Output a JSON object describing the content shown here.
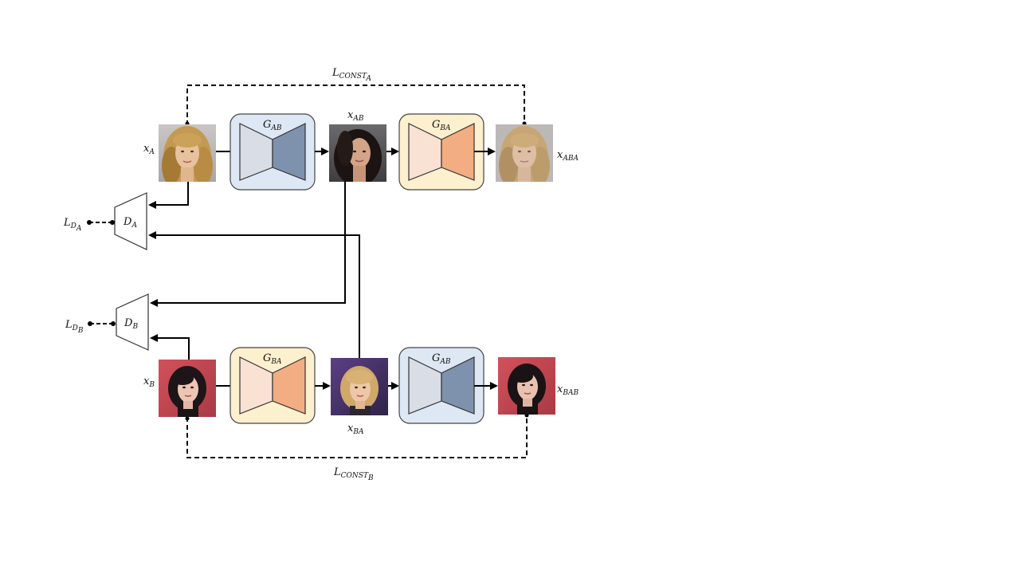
{
  "labels": {
    "l_const_a": {
      "main": "L",
      "sub": "CONST",
      "subsub": "A"
    },
    "l_const_b": {
      "main": "L",
      "sub": "CONST",
      "subsub": "B"
    },
    "x_a": {
      "main": "x",
      "sub": "A"
    },
    "x_ab": {
      "main": "x",
      "sub": "AB"
    },
    "x_aba": {
      "main": "x",
      "sub": "ABA"
    },
    "x_b": {
      "main": "x",
      "sub": "B"
    },
    "x_ba": {
      "main": "x",
      "sub": "BA"
    },
    "x_bab": {
      "main": "x",
      "sub": "BAB"
    },
    "l_da": {
      "main": "L",
      "sub": "D",
      "subsub": "A"
    },
    "l_db": {
      "main": "L",
      "sub": "D",
      "subsub": "B"
    }
  },
  "blocks": {
    "g_ab_top": {
      "main": "G",
      "sub": "AB"
    },
    "g_ba_top": {
      "main": "G",
      "sub": "BA"
    },
    "g_ba_bottom": {
      "main": "G",
      "sub": "BA"
    },
    "g_ab_bottom": {
      "main": "G",
      "sub": "AB"
    },
    "d_a": {
      "main": "D",
      "sub": "A"
    },
    "d_b": {
      "main": "D",
      "sub": "B"
    }
  },
  "images": {
    "x_a": "face-blonde-wavy-hair",
    "x_ab": "face-dark-long-hair",
    "x_aba": "face-blonde-blurred",
    "x_b": "face-dark-bob-red-background",
    "x_ba": "face-blonde-bob-purple-background",
    "x_bab": "face-dark-bob-red-background-reconstructed"
  },
  "colors": {
    "g_ab_box": "#dde8f4",
    "g_ab_left": "#d8dde6",
    "g_ab_right": "#7f92ad",
    "g_ba_box": "#fdf0cf",
    "g_ba_left": "#f9e1d3",
    "g_ba_right": "#f2ad82"
  }
}
